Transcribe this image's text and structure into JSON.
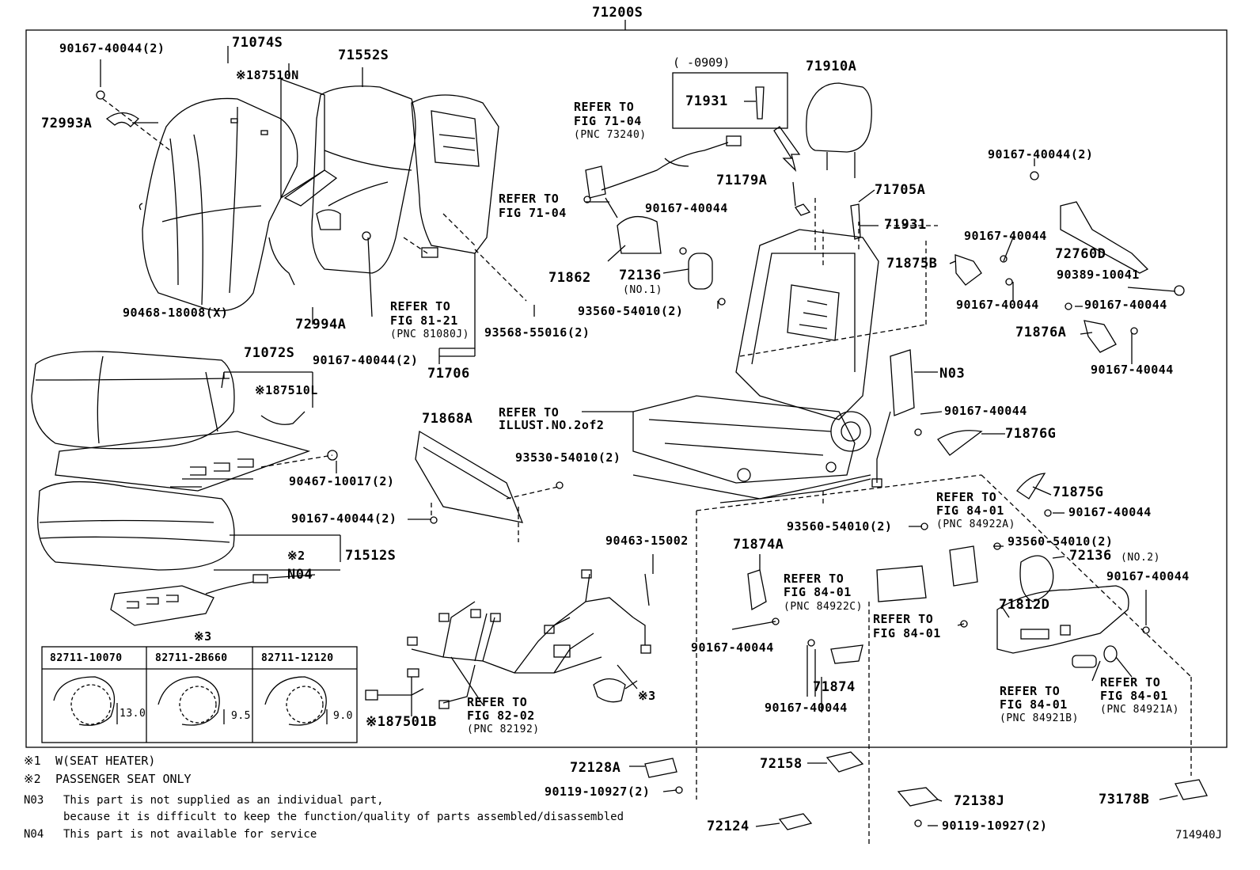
{
  "main_assembly": "71200S",
  "top_notes": {
    "year_range": "(      -0909)"
  },
  "refer_to": "REFER TO",
  "parts": [
    {
      "no": "90167-40044(2)"
    },
    {
      "no": "71074S"
    },
    {
      "no": "※187510N"
    },
    {
      "no": "71552S"
    },
    {
      "no": "72993A"
    },
    {
      "no": "90468-18008(X)"
    },
    {
      "no": "72994A"
    },
    {
      "no": "90167-40044(2)"
    },
    {
      "no": "FIG 81-21"
    },
    {
      "no": "(PNC 81080J)"
    },
    {
      "no": "93568-55016(2)"
    },
    {
      "no": "71706"
    },
    {
      "no": "FIG 71-04"
    },
    {
      "no": "(PNC 73240)"
    },
    {
      "no": "FIG 71-04"
    },
    {
      "no": "71862"
    },
    {
      "no": "72136"
    },
    {
      "no": "(NO.1)"
    },
    {
      "no": "90167-40044"
    },
    {
      "no": "93560-54010(2)"
    },
    {
      "no": "71931"
    },
    {
      "no": "71910A"
    },
    {
      "no": "71179A"
    },
    {
      "no": "71705A"
    },
    {
      "no": "71931"
    },
    {
      "no": "90167-40044(2)"
    },
    {
      "no": "72760D"
    },
    {
      "no": "90389-10041"
    },
    {
      "no": "90167-40044"
    },
    {
      "no": "71875B"
    },
    {
      "no": "90167-40044"
    },
    {
      "no": "90167-40044"
    },
    {
      "no": "71876A"
    },
    {
      "no": "90167-40044"
    },
    {
      "no": "N03"
    },
    {
      "no": "90167-40044"
    },
    {
      "no": "71876G"
    },
    {
      "no": "71072S"
    },
    {
      "no": "※187510L"
    },
    {
      "no": "90467-10017(2)"
    },
    {
      "no": "71868A"
    },
    {
      "no": "ILLUST.NO.2of2"
    },
    {
      "no": "93530-54010(2)"
    },
    {
      "no": "90167-40044(2)"
    },
    {
      "no": "※2"
    },
    {
      "no": "71512S"
    },
    {
      "no": "N04"
    },
    {
      "no": "※3"
    },
    {
      "no": "90463-15002"
    },
    {
      "no": "71874A"
    },
    {
      "no": "FIG 84-01"
    },
    {
      "no": "(PNC 84922C)"
    },
    {
      "no": "90167-40044"
    },
    {
      "no": "93560-54010(2)"
    },
    {
      "no": "FIG 84-01"
    },
    {
      "no": "(PNC 84922A)"
    },
    {
      "no": "71875G"
    },
    {
      "no": "90167-40044"
    },
    {
      "no": "93560-54010(2)"
    },
    {
      "no": "72136"
    },
    {
      "no": "(NO.2)"
    },
    {
      "no": "90167-40044"
    },
    {
      "no": "71812D"
    },
    {
      "no": "FIG 84-01"
    },
    {
      "no": "90167-40044"
    },
    {
      "no": "71874"
    },
    {
      "no": "※187501B"
    },
    {
      "no": "FIG 82-02"
    },
    {
      "no": "(PNC 82192)"
    },
    {
      "no": "※3"
    },
    {
      "no": "FIG 84-01"
    },
    {
      "no": "(PNC 84921B)"
    },
    {
      "no": "FIG 84-01"
    },
    {
      "no": "(PNC 84921A)"
    },
    {
      "no": "72128A"
    },
    {
      "no": "90119-10927(2)"
    },
    {
      "no": "72158"
    },
    {
      "no": "72138J"
    },
    {
      "no": "90119-10927(2)"
    },
    {
      "no": "72124"
    },
    {
      "no": "73178B"
    }
  ],
  "table": {
    "headers": [
      "82711-10070",
      "82711-2B660",
      "82711-12120"
    ],
    "dims": [
      "13.0",
      "9.5",
      "9.0"
    ]
  },
  "legend": [
    {
      "mark": "※1",
      "text": "W(SEAT HEATER)"
    },
    {
      "mark": "※2",
      "text": "PASSENGER SEAT ONLY"
    },
    {
      "mark": "N03",
      "text": "This part is not supplied as an individual part,"
    },
    {
      "mark": "",
      "text": "because it is difficult to keep the function/quality of parts assembled/disassembled"
    },
    {
      "mark": "N04",
      "text": "This part is not available for service"
    }
  ],
  "illustration_id": "714940J"
}
